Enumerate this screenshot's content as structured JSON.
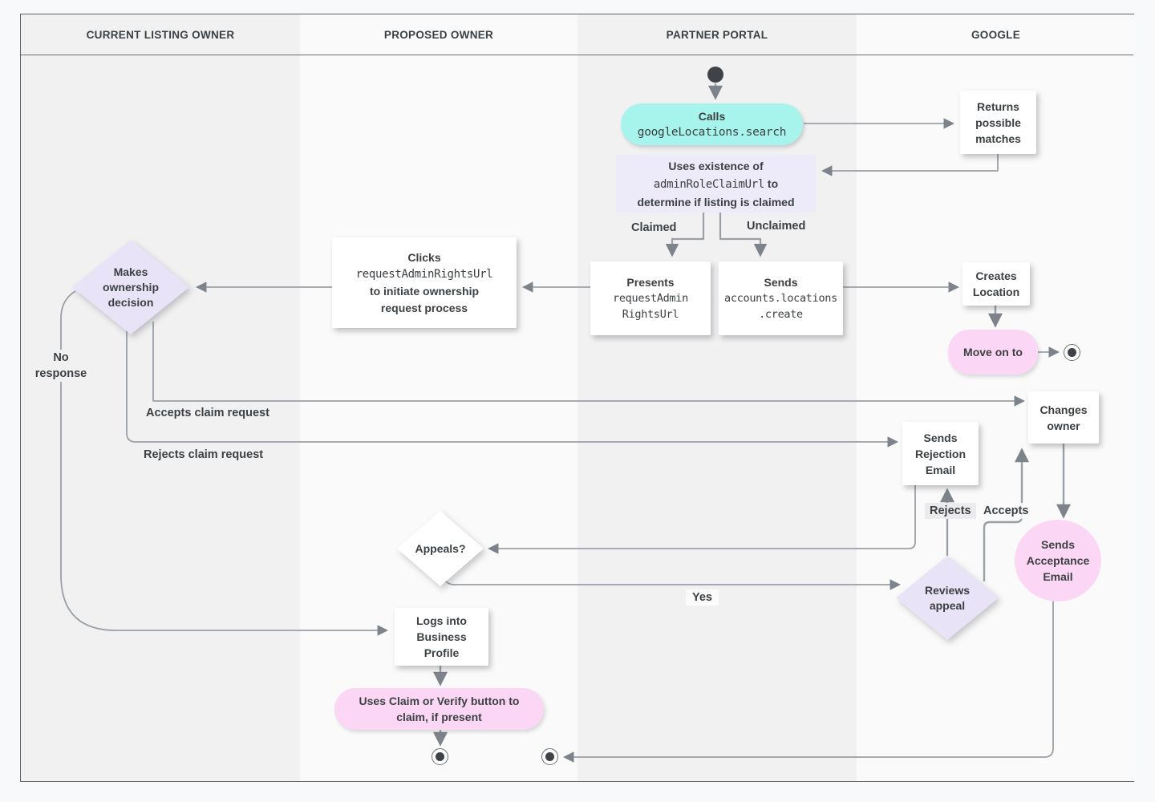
{
  "lanes": [
    {
      "label": "CURRENT LISTING OWNER"
    },
    {
      "label": "PROPOSED OWNER"
    },
    {
      "label": "PARTNER PORTAL"
    },
    {
      "label": "GOOGLE"
    }
  ],
  "nodes": {
    "calls": {
      "title": "Calls",
      "code": "googleLocations.search"
    },
    "returns": {
      "lines": [
        "Returns",
        "possible",
        "matches"
      ]
    },
    "uses": {
      "line1": "Uses existence of",
      "code": "adminRoleClaimUrl",
      "line2_suffix": " to",
      "line3": "determine if listing is claimed"
    },
    "presents": {
      "title": "Presents",
      "code1": "requestAdmin",
      "code2": "RightsUrl"
    },
    "sends_create": {
      "title": "Sends",
      "code1": "accounts.locations",
      "code2": ".create"
    },
    "creates": {
      "lines": [
        "Creates",
        "Location"
      ]
    },
    "move_on": {
      "label": "Move on to"
    },
    "clicks": {
      "title": "Clicks",
      "code": "requestAdminRightsUrl",
      "line3": "to initiate ownership",
      "line4": "request process"
    },
    "makes_decision": {
      "lines": [
        "Makes",
        "ownership",
        "decision"
      ]
    },
    "changes_owner": {
      "lines": [
        "Changes",
        "owner"
      ]
    },
    "rejection_email": {
      "lines": [
        "Sends",
        "Rejection",
        "Email"
      ]
    },
    "acceptance_email": {
      "lines": [
        "Sends",
        "Acceptance",
        "Email"
      ]
    },
    "appeals": {
      "label": "Appeals?"
    },
    "reviews": {
      "lines": [
        "Reviews",
        "appeal"
      ]
    },
    "logs_in": {
      "lines": [
        "Logs into",
        "Business",
        "Profile"
      ]
    },
    "claim_verify": {
      "line1": "Uses Claim or Verify button to",
      "line2": "claim, if present"
    }
  },
  "edge_labels": {
    "claimed": "Claimed",
    "unclaimed": "Unclaimed",
    "no_response": "No response",
    "accepts_claim": "Accepts claim request",
    "rejects_claim": "Rejects claim request",
    "rejects": "Rejects",
    "accepts": "Accepts",
    "yes": "Yes"
  },
  "colors": {
    "teal": "#a7f4ed",
    "pink": "#fbd7f5",
    "lavender_diamond": "#e9e3f8",
    "lavender_box": "#edeaf9",
    "line": "#9aa0a6",
    "arrow": "#7d838b",
    "text": "#3c4043",
    "lane_gray": "#f1f1f2",
    "lane_light": "#fafafa"
  }
}
